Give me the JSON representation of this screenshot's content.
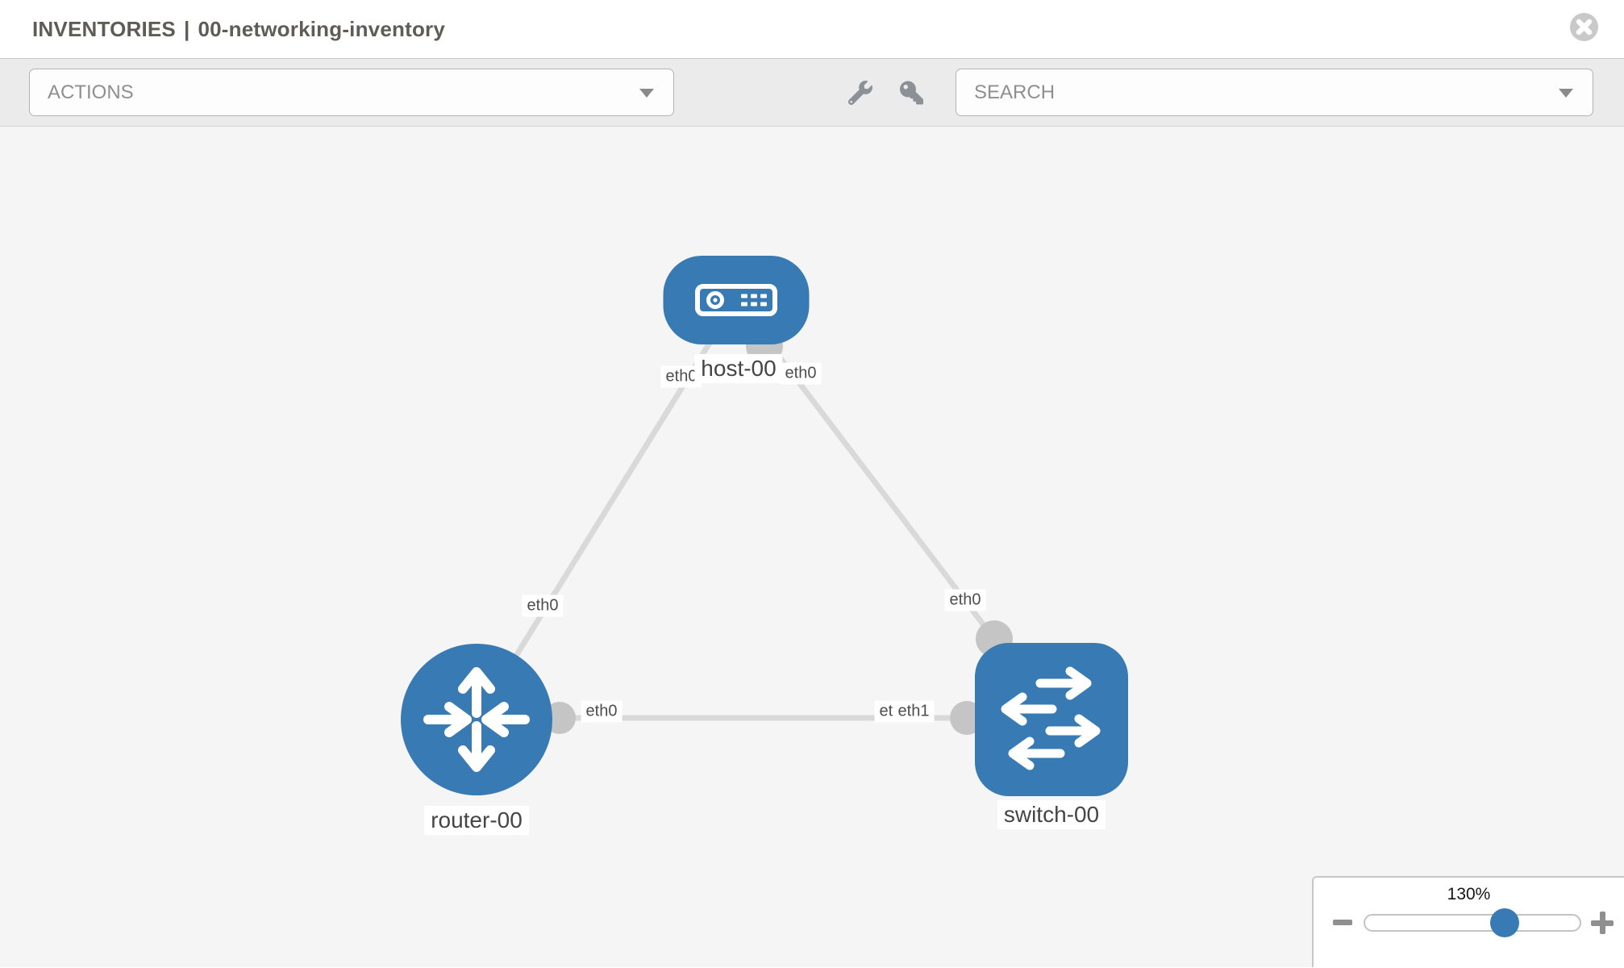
{
  "header": {
    "section": "INVENTORIES",
    "divider": "|",
    "inventory_name": "00-networking-inventory"
  },
  "toolbar": {
    "actions_placeholder": "ACTIONS",
    "search_placeholder": "SEARCH",
    "tool_icons": [
      "wrench-icon",
      "key-icon"
    ]
  },
  "diagram": {
    "nodes": [
      {
        "label": "host-00",
        "type": "host"
      },
      {
        "label": "router-00",
        "type": "router"
      },
      {
        "label": "switch-00",
        "type": "switch"
      }
    ],
    "links": [
      {
        "from": "host-00",
        "from_interface": "eth0",
        "to": "router-00",
        "to_interface": "eth0"
      },
      {
        "from": "host-00",
        "from_interface": "eth0",
        "to": "switch-00",
        "to_interface": "eth0"
      },
      {
        "from": "router-00",
        "from_interface": "eth0",
        "to": "switch-00",
        "to_interface": "eth1",
        "to_interface_overlapped": "eth0"
      }
    ]
  },
  "zoom_panel": {
    "level": "130%"
  },
  "colors": {
    "node_blue": "#387ab4",
    "link_gray": "#d9d9d9",
    "connector_gray": "#c5c5c5",
    "canvas_bg": "#f5f5f5",
    "toolbar_bg": "#ebebeb"
  }
}
